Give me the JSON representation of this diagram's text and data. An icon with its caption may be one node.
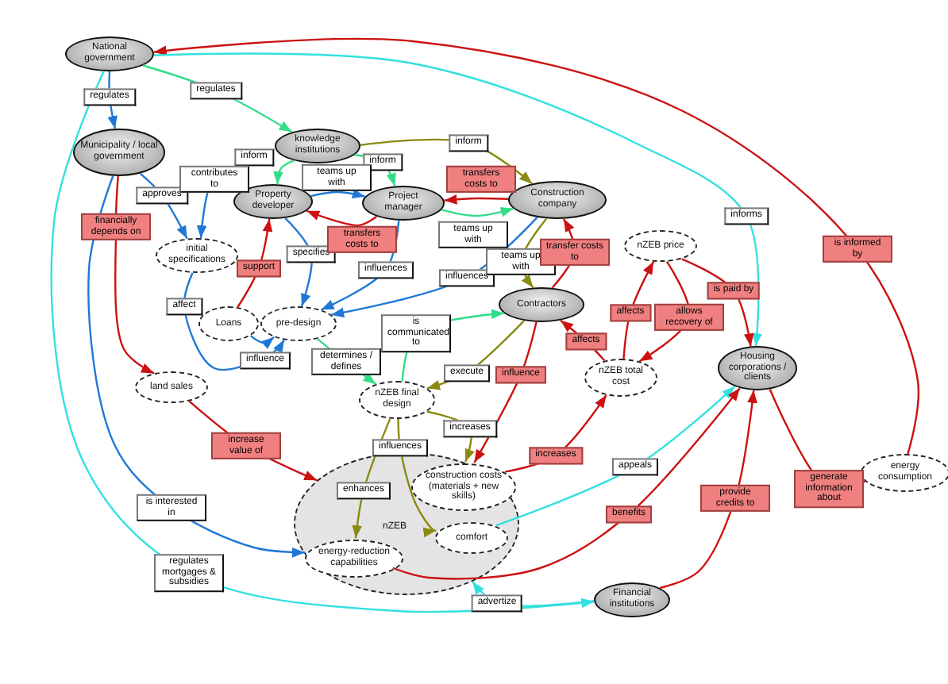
{
  "diagram": {
    "nodes": [
      {
        "text": [
          "National government"
        ]
      },
      {
        "text": [
          "Municipality / local government"
        ]
      },
      {
        "text": [
          "knowledge institutions"
        ]
      },
      {
        "text": [
          "Property developer"
        ]
      },
      {
        "text": [
          "Project manager"
        ]
      },
      {
        "text": [
          "Construction company"
        ]
      },
      {
        "text": [
          "initial specifications"
        ]
      },
      {
        "text": [
          "Loans"
        ]
      },
      {
        "text": [
          "pre-design"
        ]
      },
      {
        "text": [
          "Contractors"
        ]
      },
      {
        "text": [
          "nZEB price"
        ]
      },
      {
        "text": [
          "nZEB total cost"
        ]
      },
      {
        "text": [
          "Housing corporations / clients"
        ]
      },
      {
        "text": [
          "nZEB final design"
        ]
      },
      {
        "text": [
          "land sales"
        ]
      },
      {
        "text": [
          "nZEB"
        ]
      },
      {
        "text": [
          "construction costs (materials + new skills)"
        ],
        "in": 15
      },
      {
        "text": [
          "comfort"
        ],
        "in": 15
      },
      {
        "text": [
          "energy-reduction capabilities"
        ],
        "in": 15
      },
      {
        "text": [
          "energy consumption"
        ]
      },
      {
        "text": [
          "Financial institutions"
        ]
      }
    ],
    "edges": [
      {
        "from": 19,
        "to": 0,
        "arrow": "to",
        "label": "is informed by"
      },
      {
        "from": 0,
        "to": 12,
        "arrow": "to",
        "label": "informs",
        "color": "#33e0e0"
      },
      {
        "from": 0,
        "to": 2,
        "arrow": "to",
        "label": "regulates",
        "color": "#33dd88"
      },
      {
        "from": 0,
        "to": 1,
        "arrow": "to",
        "label": "regulates",
        "color": "#1f78d6"
      },
      {
        "from": 0,
        "to": 20,
        "arrow": "to",
        "label": "regulates mortgages & subsidies",
        "color": "#33e0e0"
      },
      {
        "from": 1,
        "to": 6,
        "arrow": "to",
        "label": "approves",
        "color": "#1f78d6"
      },
      {
        "from": 1,
        "to": 14,
        "arrow": "to",
        "label": "financially depends on"
      },
      {
        "from": 1,
        "to": 18,
        "arrow": "to",
        "label": "is interested in",
        "color": "#1f78d6"
      },
      {
        "from": 2,
        "to": 3,
        "arrow": "to",
        "label": "inform",
        "color": "#33dd88"
      },
      {
        "from": 2,
        "to": 4,
        "arrow": "to",
        "label": "inform",
        "color": "#33dd88"
      },
      {
        "from": 2,
        "to": 5,
        "arrow": "to",
        "label": "inform",
        "color": "#8a8a10"
      },
      {
        "from": 3,
        "to": 6,
        "arrow": "to",
        "label": "contributes to",
        "color": "#1f78d6"
      },
      {
        "from": 3,
        "to": 4,
        "arrow": "to",
        "label": "teams up with",
        "color": "#1f78d6"
      },
      {
        "from": 3,
        "to": 8,
        "arrow": "to",
        "label": "specifies",
        "color": "#1f78d6"
      },
      {
        "from": 4,
        "to": 3,
        "arrow": "to",
        "label": "transfers costs to"
      },
      {
        "from": 5,
        "to": 4,
        "arrow": "to",
        "label": "transfers costs to"
      },
      {
        "from": 4,
        "to": 5,
        "arrow": "to",
        "label": "teams up with",
        "color": "#33dd88"
      },
      {
        "from": 4,
        "to": 8,
        "arrow": "to",
        "label": "influences",
        "color": "#1f78d6"
      },
      {
        "from": 5,
        "to": 8,
        "arrow": "to",
        "label": "influences",
        "color": "#1f78d6"
      },
      {
        "from": 5,
        "to": 9,
        "arrow": "to",
        "label": "teams up with",
        "color": "#8a8a10"
      },
      {
        "from": 9,
        "to": 5,
        "arrow": "to",
        "label": "transfer costs to"
      },
      {
        "from": 7,
        "to": 3,
        "arrow": "to",
        "label": "support"
      },
      {
        "from": 6,
        "to": 8,
        "arrow": "to",
        "label": "affect",
        "color": "#1f78d6"
      },
      {
        "from": 7,
        "to": 8,
        "arrow": "to",
        "label": "influence",
        "color": "#1f78d6"
      },
      {
        "from": 8,
        "to": 13,
        "arrow": "to",
        "label": "determines / defines",
        "color": "#33dd88"
      },
      {
        "from": 13,
        "to": 9,
        "arrow": "to",
        "label": "is communicated to",
        "color": "#33dd88"
      },
      {
        "from": 9,
        "to": 13,
        "arrow": "to",
        "label": "execute",
        "color": "#8a8a10"
      },
      {
        "from": 9,
        "to": 16,
        "arrow": "to",
        "label": "influence"
      },
      {
        "from": 11,
        "to": 9,
        "arrow": "to",
        "label": "affects"
      },
      {
        "from": 11,
        "to": 10,
        "arrow": "to",
        "label": "affects"
      },
      {
        "from": 10,
        "to": 11,
        "arrow": "to",
        "label": "allows recovery of"
      },
      {
        "from": 10,
        "to": 12,
        "arrow": "to",
        "label": "is paid by"
      },
      {
        "from": 13,
        "to": 16,
        "arrow": "to",
        "label": "increases",
        "color": "#8a8a10"
      },
      {
        "from": 13,
        "to": 17,
        "arrow": "to",
        "label": "influences",
        "color": "#8a8a10"
      },
      {
        "from": 13,
        "to": 18,
        "arrow": "to",
        "label": "enhances",
        "color": "#8a8a10"
      },
      {
        "from": 16,
        "to": 11,
        "arrow": "to",
        "label": "increases"
      },
      {
        "from": 17,
        "to": 12,
        "arrow": "to",
        "label": "appeals",
        "color": "#33e0e0"
      },
      {
        "from": 18,
        "to": 12,
        "arrow": "to",
        "label": "benefits"
      },
      {
        "from": 20,
        "to": 12,
        "arrow": "to",
        "label": "provide credits to"
      },
      {
        "from": 12,
        "to": 19,
        "arrow": "to",
        "label": "generate information about"
      },
      {
        "from": 20,
        "to": 15,
        "arrow": "to",
        "label": "advertize",
        "color": "#33e0e0"
      },
      {
        "from": 14,
        "to": 15,
        "arrow": "to",
        "label": "increase value of"
      }
    ]
  }
}
